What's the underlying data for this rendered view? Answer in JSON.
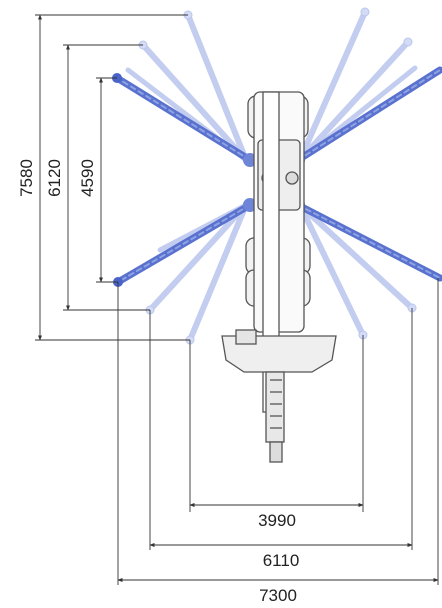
{
  "vertical_dimensions": [
    "7580",
    "6120",
    "4590"
  ],
  "horizontal_dimensions": [
    "3990",
    "6110",
    "7300"
  ],
  "colors": {
    "line": "#333333",
    "machine": "#555555",
    "boom_dark": "#4a63c9",
    "boom_faint": "#b9c6ee"
  }
}
